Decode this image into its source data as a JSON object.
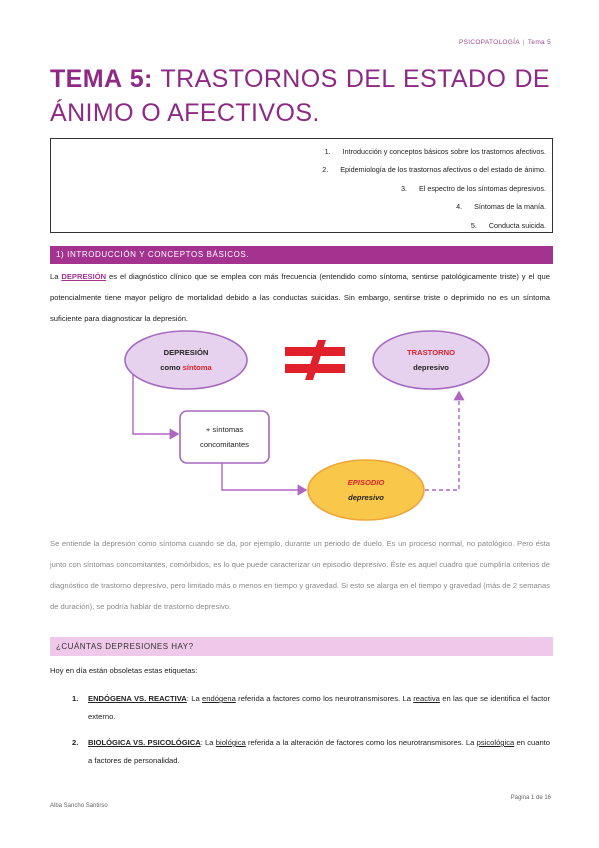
{
  "header": {
    "subject": "PSICOPATOLOGÍA",
    "tema": "Tema 5"
  },
  "title": {
    "prefix": "TEMA 5:",
    "rest": " TRASTORNOS DEL ESTADO DE ÁNIMO O AFECTIVOS."
  },
  "toc": [
    {
      "num": "1.",
      "label": "Introducción y conceptos básicos sobre los trastornos afectivos."
    },
    {
      "num": "2.",
      "label": "Epidemiología de los trastornos afectivos o del estado de ánimo."
    },
    {
      "num": "3.",
      "label": "El espectro de los síntomas depresivos."
    },
    {
      "num": "4.",
      "label": "Síntomas de la manía."
    },
    {
      "num": "5.",
      "label": "Conducta suicida."
    }
  ],
  "section1": {
    "title": "1) INTRODUCCIÓN Y CONCEPTOS BÁSICOS."
  },
  "para1": {
    "pre": "La ",
    "keyword": "DEPRESIÓN",
    "post": " es el diagnóstico clínico que se emplea con más frecuencia (entendido como síntoma, sentirse patológicamente triste) y el que potencialmente tiene mayor peligro de mortalidad debido a las conductas suicidas. Sin embargo, sentirse triste o deprimido no es un síntoma suficiente para diagnosticar la depresión."
  },
  "diagram": {
    "node1": {
      "line1": "DEPRESIÓN",
      "line2_pre": "como ",
      "line2_hl": "síntoma"
    },
    "node2": {
      "line1": "TRASTORNO",
      "line2": "depresivo"
    },
    "node3": {
      "line1": "+ síntomas",
      "line2": "concomitantes"
    },
    "node4": {
      "line1": "EPISODIO",
      "line2": "depresivo"
    },
    "colors": {
      "purple": "#a3338f",
      "red": "#e0202b",
      "yellow": "#f9c84a",
      "lilac": "#e8d3ee"
    }
  },
  "para2": "Se entiende la depresión como síntoma cuando se da, por ejemplo, durante un periodo de duelo. Es un proceso normal, no patológico. Pero ésta junto con síntomas concomitantes, comórbidos, es lo que puede caracterizar un episodio depresivo. Éste es aquel cuadro que cumpliría criterios de diagnóstico de trastorno depresivo, pero limitado más o menos en tiempo y gravedad. Si esto se alarga en el tiempo y gravedad (más de 2 semanas de duración), se podría hablar de trastorno depresivo.",
  "section2": {
    "title": "¿CUÁNTAS DEPRESIONES HAY?"
  },
  "para3": "Hoy en día están obsoletas estas etiquetas:",
  "list": [
    {
      "num": "1.",
      "label": "ENDÓGENA VS. REACTIVA",
      "t1": ": La ",
      "u1": "endógena",
      "t2": " referida a factores como los neurotransmisores. La ",
      "u2": "reactiva",
      "t3": " en las que se identifica el factor externo."
    },
    {
      "num": "2.",
      "label": "BIOLÓGICA VS. PSICOLÓGICA",
      "t1": ": La ",
      "u1": "biológica",
      "t2": " referida a la alteración de factores como los neurotransmisores. La ",
      "u2": "psicológica",
      "t3": " en cuanto a factores de personalidad."
    }
  ],
  "footer": {
    "author": "Alba Sancho Santirso",
    "page": "Página 1 de 16"
  }
}
